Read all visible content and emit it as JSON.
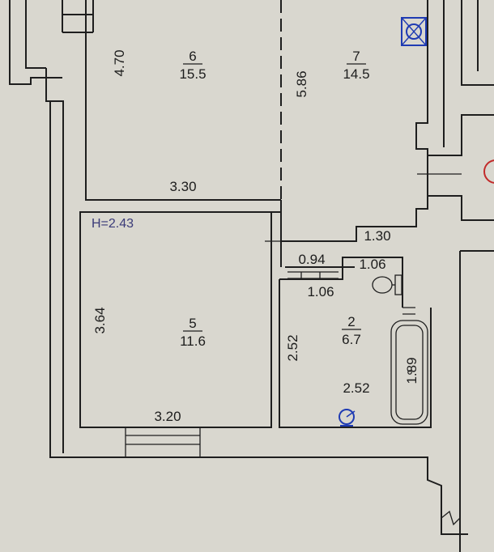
{
  "rooms": [
    {
      "number": "6",
      "area": "15.5"
    },
    {
      "number": "7",
      "area": "14.5"
    },
    {
      "number": "5",
      "area": "11.6"
    },
    {
      "number": "2",
      "area": "6.7"
    }
  ],
  "dimensions": {
    "d_4_70": "4.70",
    "d_5_86": "5.86",
    "d_3_30": "3.30",
    "d_1_30": "1.30",
    "d_0_94": "0.94",
    "d_1_06_a": "1.06",
    "d_1_06_b": "1.06",
    "d_3_64": "3.64",
    "d_3_20": "3.20",
    "d_2_52_v": "2.52",
    "d_2_52_h": "2.52",
    "d_1_89": "1.89"
  },
  "ceiling_height": "H=2.43",
  "colors": {
    "background": "#d9d7cf",
    "lines": "#1e1e1e",
    "fixture_blue": "#1f3bb3",
    "marker_red": "#c22a2a"
  }
}
